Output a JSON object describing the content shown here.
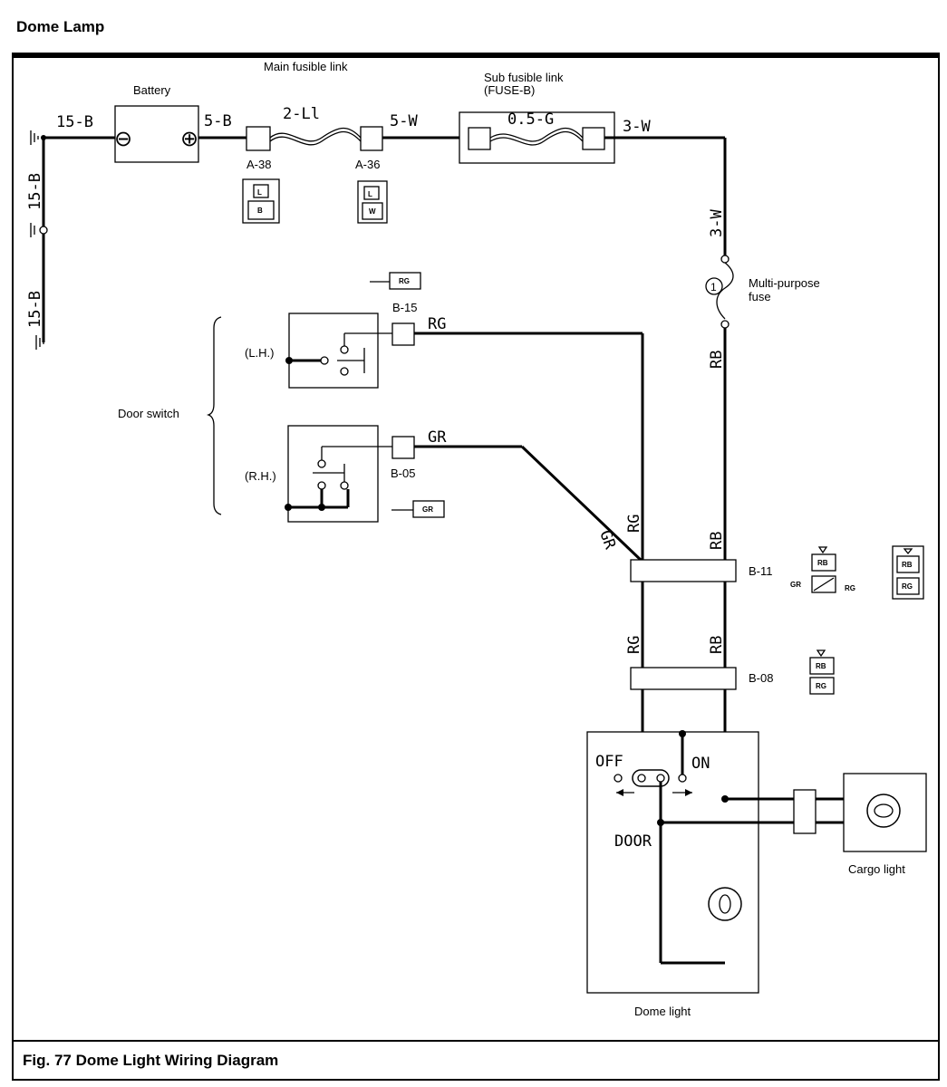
{
  "page_title": "Dome Lamp",
  "caption": "Fig. 77 Dome Light Wiring Diagram",
  "components": {
    "battery": "Battery",
    "main_fusible_link": "Main fusible link",
    "sub_fusible_link_line1": "Sub fusible link",
    "sub_fusible_link_line2": "(FUSE-B)",
    "multipurpose_fuse_line1": "Multi-purpose",
    "multipurpose_fuse_line2": "fuse",
    "fuse_number": "1",
    "door_switch": "Door switch",
    "lh": "(L.H.)",
    "rh": "(R.H.)",
    "dome_light": "Dome light",
    "cargo_light": "Cargo light",
    "switch_off": "OFF",
    "switch_on": "ON",
    "switch_door": "DOOR"
  },
  "connectors": {
    "a38": "A-38",
    "a36": "A-36",
    "b15": "B-15",
    "b05": "B-05",
    "b11": "B-11",
    "b08": "B-08"
  },
  "wires": {
    "ground_15b": "15-B",
    "batt_5b": "5-B",
    "link_2l": "2-Ll",
    "link_5w": "5-W",
    "fuse_05g": "0.5-G",
    "fuse_3w": "3-W",
    "rb": "RB",
    "rg": "RG",
    "gr": "GR"
  },
  "connector_icons": {
    "a38_top": "L",
    "a38_bottom": "B",
    "a36_top": "L",
    "a36_bottom": "W",
    "rb": "RB",
    "rg": "RG",
    "gr": "GR"
  },
  "terminal_symbols": {
    "battery_negative": "⊖",
    "battery_positive": "⊕"
  }
}
